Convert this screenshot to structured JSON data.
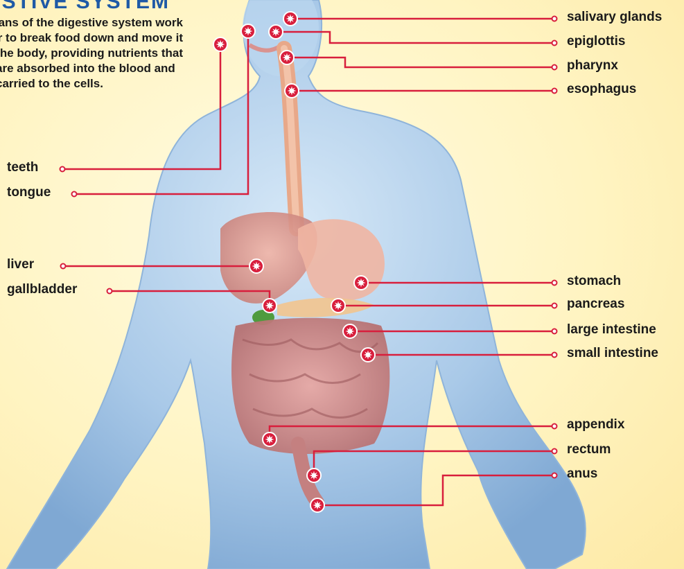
{
  "title": "DIGESTIVE SYSTEM",
  "intro_lines": [
    "The organs of the digestive system work",
    "together to break food down and move it",
    "through the body, providing nutrients that",
    "are absorbed into the blood and",
    "carried to the cells."
  ],
  "labels": {
    "salivary_glands": "salivary glands",
    "epiglottis": "epiglottis",
    "pharynx": "pharynx",
    "esophagus": "esophagus",
    "teeth": "teeth",
    "tongue": "tongue",
    "liver": "liver",
    "gallbladder": "gallbladder",
    "stomach": "stomach",
    "pancreas": "pancreas",
    "large_intestine": "large intestine",
    "small_intestine": "small intestine",
    "appendix": "appendix",
    "rectum": "rectum",
    "anus": "anus"
  },
  "colors": {
    "leader": "#d81e3c",
    "marker": "#d81e3c",
    "title": "#1f5aa6",
    "body": "#a9c9e8",
    "background": "#fff4c2"
  },
  "icons": {
    "marker": "starburst-marker-icon",
    "endpoint": "ring-endpoint-icon"
  }
}
